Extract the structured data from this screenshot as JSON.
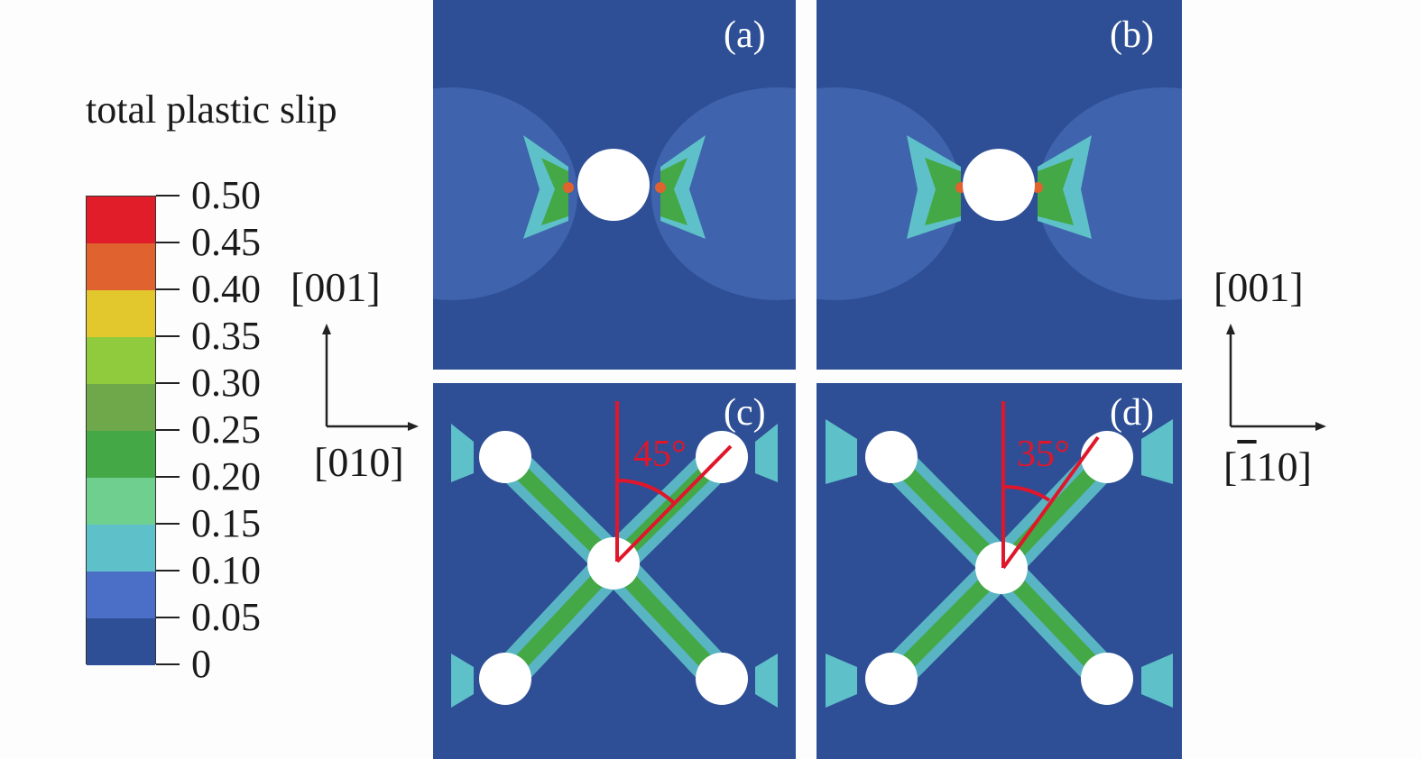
{
  "legend": {
    "title": "total plastic slip",
    "ticks": [
      "0.50",
      "0.45",
      "0.40",
      "0.35",
      "0.30",
      "0.25",
      "0.20",
      "0.15",
      "0.10",
      "0.05",
      "0"
    ],
    "band_colors": [
      "#e11d2a",
      "#e0622e",
      "#e2c82c",
      "#8fcb3c",
      "#6fa84b",
      "#44a846",
      "#6fcf8f",
      "#5ec1c9",
      "#4b6fc6",
      "#2e4f96"
    ]
  },
  "axes_left": {
    "vertical": "[001]",
    "horizontal": "[010]"
  },
  "axes_right": {
    "vertical": "[001]",
    "horizontal_bar": "1",
    "horizontal_rest": "10]",
    "horizontal_open": "["
  },
  "panels": {
    "a": {
      "label": "(a)"
    },
    "b": {
      "label": "(b)"
    },
    "c": {
      "label": "(c)",
      "angle": "45°"
    },
    "d": {
      "label": "(d)",
      "angle": "35°"
    }
  },
  "colors": {
    "background_field": "#2e4f96",
    "halo": "#3f63ac",
    "slip_band": "#44b86c",
    "hotspot": "#e0622e",
    "angle_line": "#e0162b"
  }
}
